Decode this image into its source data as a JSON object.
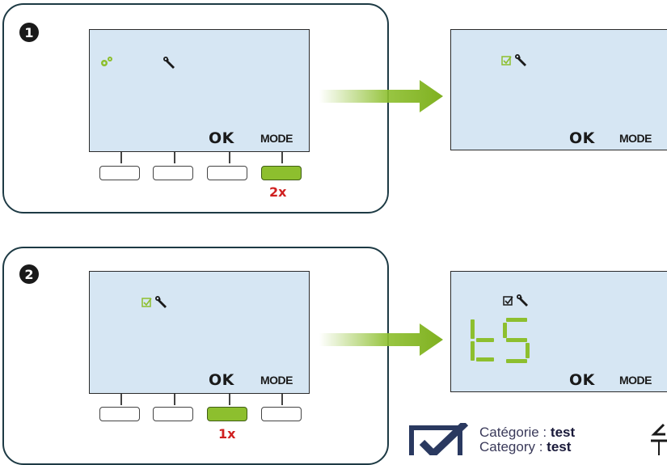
{
  "step1": {
    "badge": "1",
    "screen_left": {
      "ok": "OK",
      "mode": "MODE",
      "icons": [
        "gear-icon",
        "wrench-icon"
      ]
    },
    "active_button": "button-4",
    "press_count": "2x",
    "screen_right": {
      "ok": "OK",
      "mode": "MODE",
      "icons": [
        "checkbox-icon",
        "wrench-icon"
      ]
    }
  },
  "step2": {
    "badge": "2",
    "screen_left": {
      "ok": "OK",
      "mode": "MODE",
      "icons": [
        "checkbox-icon",
        "wrench-icon"
      ]
    },
    "active_button": "button-3",
    "press_count": "1x",
    "screen_right": {
      "ok": "OK",
      "mode": "MODE",
      "icons": [
        "checkbox-icon",
        "wrench-icon"
      ],
      "display_glyphs": "t5"
    }
  },
  "footer": {
    "cat_fr_label": "Catégorie :",
    "cat_fr_value": "test",
    "cat_en_label": "Category :",
    "cat_en_value": "test"
  },
  "colors": {
    "screen_bg": "#d6e6f3",
    "accent_green": "#8dbf2e",
    "press_red": "#d02020",
    "panel_border": "#1d3a44"
  }
}
